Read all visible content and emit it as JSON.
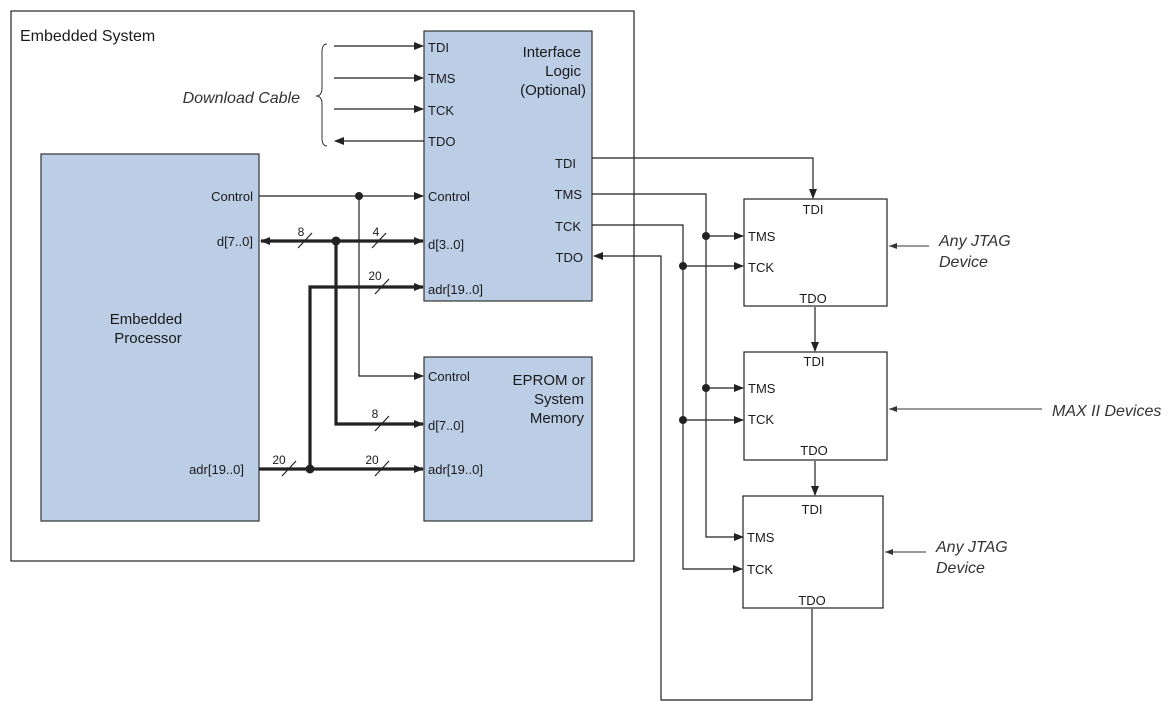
{
  "colors": {
    "block_fill": "#bccde6",
    "line": "#222222"
  },
  "embedded_system": {
    "title": "Embedded System"
  },
  "download_cable": {
    "label": "Download Cable"
  },
  "interface_logic": {
    "title": [
      "Interface",
      "Logic",
      "(Optional)"
    ],
    "left_pins": [
      "TDI",
      "TMS",
      "TCK",
      "TDO",
      "Control",
      "d[3..0]",
      "adr[19..0]"
    ],
    "right_pins": [
      "TDI",
      "TMS",
      "TCK",
      "TDO"
    ]
  },
  "processor": {
    "title": [
      "Embedded",
      "Processor"
    ],
    "pins": [
      "Control",
      "d[7..0]",
      "adr[19..0]"
    ]
  },
  "eprom": {
    "title": [
      "EPROM or",
      "System",
      "Memory"
    ],
    "pins": [
      "Control",
      "d[7..0]",
      "adr[19..0]"
    ]
  },
  "bus_widths": {
    "data_proc": "8",
    "data_iface": "4",
    "adr_iface": "20",
    "data_eprom": "8",
    "adr_proc": "20",
    "adr_eprom": "20"
  },
  "jtag_devices": [
    {
      "tdi": "TDI",
      "tms": "TMS",
      "tck": "TCK",
      "tdo": "TDO"
    },
    {
      "tdi": "TDI",
      "tms": "TMS",
      "tck": "TCK",
      "tdo": "TDO"
    },
    {
      "tdi": "TDI",
      "tms": "TMS",
      "tck": "TCK",
      "tdo": "TDO"
    }
  ],
  "side_labels": {
    "top": [
      "Any JTAG",
      "Device"
    ],
    "middle": "MAX II Devices",
    "bottom": [
      "Any JTAG",
      "Device"
    ]
  }
}
